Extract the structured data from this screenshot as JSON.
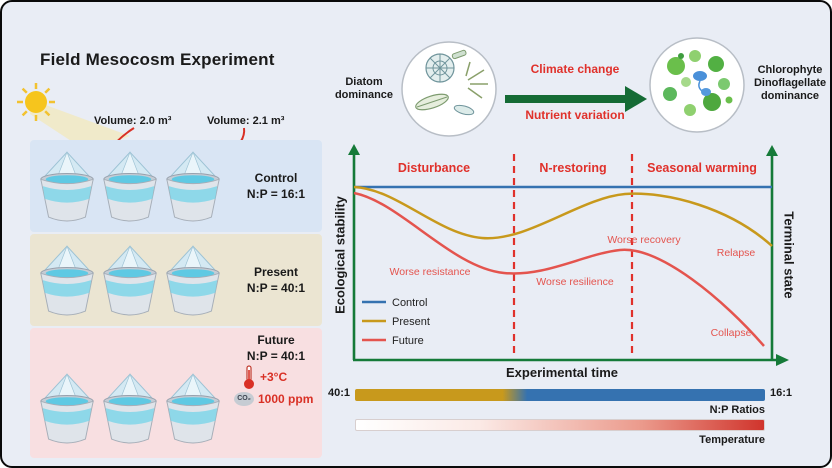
{
  "figure": {
    "title": "Field Mesocosm Experiment"
  },
  "mesocosm": {
    "volume_left": "Volume: 2.0 m³",
    "volume_right": "Volume: 2.1 m³",
    "rows": [
      {
        "name": "Control",
        "np": "N:P = 16:1"
      },
      {
        "name": "Present",
        "np": "N:P = 40:1"
      },
      {
        "name": "Future",
        "np": "N:P = 40:1",
        "temp": "+3°C",
        "co2_badge": "CO₂",
        "co2_value": "1000 ppm"
      }
    ]
  },
  "flow": {
    "left_label": "Diatom dominance",
    "arrow_top": "Climate change",
    "arrow_bottom": "Nutrient variation",
    "right_label": "Chlorophyte Dinoflagellate dominance"
  },
  "chart": {
    "type": "line",
    "phases": [
      "Disturbance",
      "N-restoring",
      "Seasonal warming"
    ],
    "ylabel": "Ecological stability",
    "xlabel": "Experimental time",
    "right_axis_label": "Terminal state",
    "legend": [
      {
        "label": "Control",
        "color": "#3572b0"
      },
      {
        "label": "Present",
        "color": "#c8991c"
      },
      {
        "label": "Future",
        "color": "#e4544e"
      }
    ],
    "annotations": {
      "resistance": "Worse resistance",
      "resilience": "Worse resilience",
      "recovery": "Worse recovery",
      "relapse": "Relapse",
      "collapse": "Collapse"
    }
  },
  "bars": {
    "np_left": "40:1",
    "np_right": "16:1",
    "np_label": "N:P Ratios",
    "np_colors": [
      "#c8991c",
      "#3572b0"
    ],
    "temp_label": "Temperature",
    "temp_colors": [
      "#ffffff",
      "#d0342c"
    ]
  }
}
